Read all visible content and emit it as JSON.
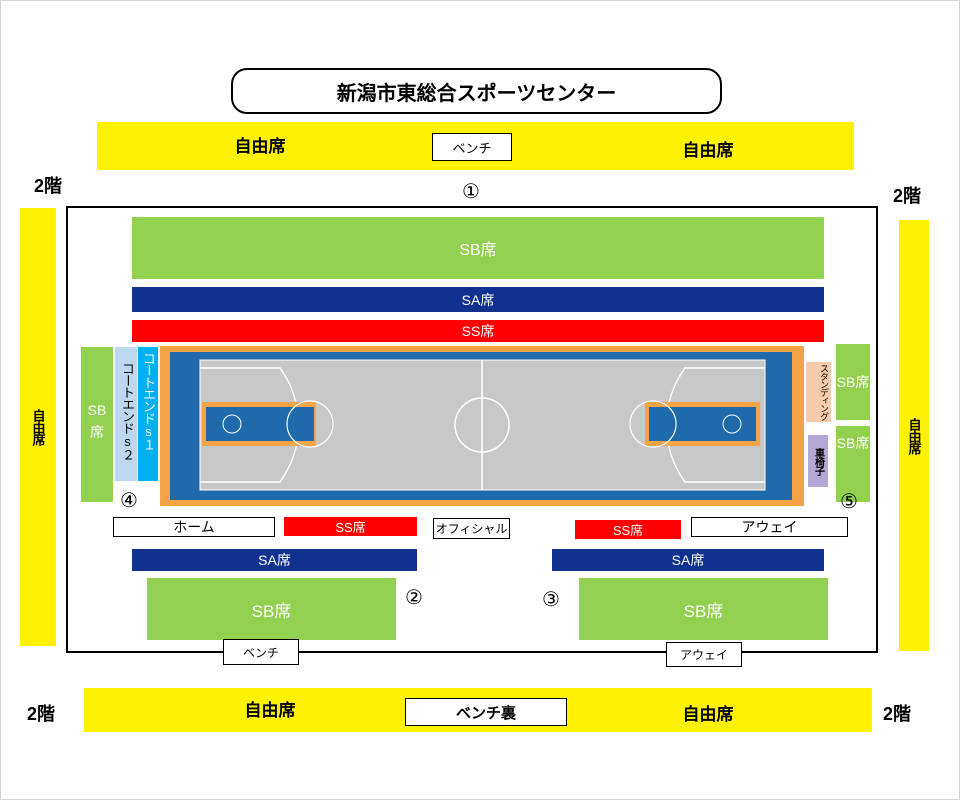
{
  "title": "新潟市東総合スポーツセンター",
  "floor2": "2階",
  "free_seat": "自由席",
  "bench": "ベンチ",
  "bench_back": "ベンチ裏",
  "away": "アウェイ",
  "home": "ホーム",
  "official": "オフィシャル",
  "sb": "SB席",
  "sa": "SA席",
  "ss": "SS席",
  "court_end_1": "コートエンドs１",
  "court_end_2": "コートエンドs２",
  "standing": "スタンディング",
  "wheelchair": "車椅子",
  "markers": [
    "①",
    "②",
    "③",
    "④",
    "⑤"
  ],
  "colors": {
    "free_seat": "#fff200",
    "sb": "#92d050",
    "sa": "#10318f",
    "ss": "#ff0000",
    "court_end_1": "#00b0f0",
    "court_end_2": "#bdd7ee",
    "standing": "#f8cbad",
    "wheelchair": "#b4a7d6",
    "court_border": "#f5a347",
    "court_blue": "#1f6aaa",
    "court_floor": "#c8c8c8"
  }
}
